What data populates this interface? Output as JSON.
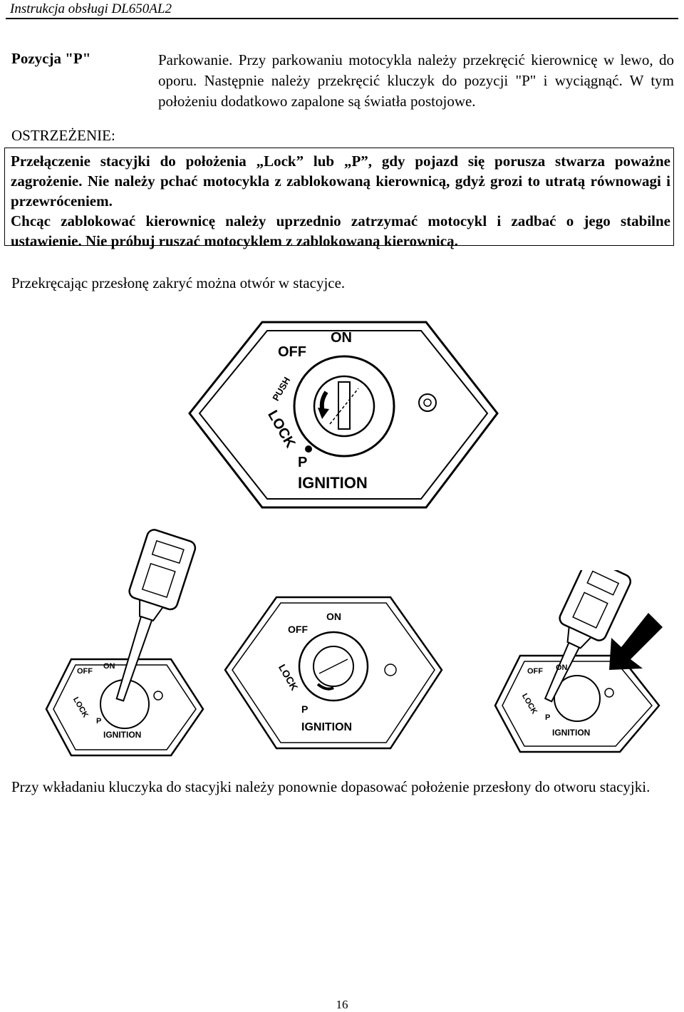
{
  "header": {
    "title": "Instrukcja obsługi DL650AL2"
  },
  "position_p": {
    "label": "Pozycja \"P\"",
    "text": "Parkowanie. Przy parkowaniu motocykla należy przekręcić kierownicę w lewo, do oporu. Następnie należy przekręcić kluczyk do pozycji \"P\" i wyciągnąć. W tym położeniu dodatkowo zapalone są światła postojowe."
  },
  "warning": {
    "title": "OSTRZEŻENIE:",
    "p1": "Przełączenie stacyjki do położenia „Lock” lub „P”, gdy pojazd się porusza stwarza poważne zagrożenie. Nie należy pchać motocykla z zablokowaną kierownicą, gdyż grozi to utratą równowagi i przewróceniem.",
    "p2": "Chcąc zablokować kierownicę należy uprzednio zatrzymać motocykl i zadbać o jego stabilne ustawienie. Nie próbuj ruszać motocyklem z zablokowaną kierownicą."
  },
  "cover_text": "Przekręcając przesłonę zakryć można otwór w stacyjce.",
  "ignition_labels": {
    "on": "ON",
    "off": "OFF",
    "push": "PUSH",
    "lock": "LOCK",
    "p": "P",
    "ignition": "IGNITION"
  },
  "bottom_text": "Przy wkładaniu kluczyka do stacyjki należy ponownie dopasować położenie przesłony do otworu stacyjki.",
  "page_number": "16"
}
